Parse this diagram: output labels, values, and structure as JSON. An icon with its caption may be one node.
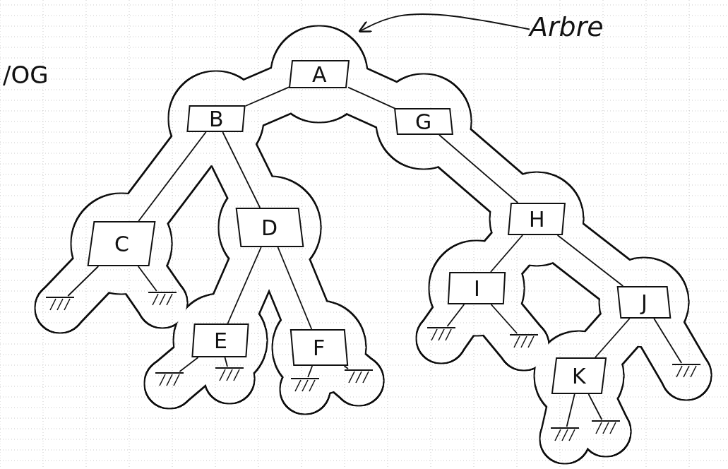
{
  "diagram": {
    "nodes": [
      {
        "text": [
          "A"
        ]
      },
      {
        "text": [
          "B"
        ]
      },
      {
        "text": [
          "G"
        ]
      },
      {
        "text": [
          "C"
        ]
      },
      {
        "text": [
          "D"
        ]
      },
      {
        "text": [
          "H"
        ]
      },
      {
        "text": [
          "E"
        ]
      },
      {
        "text": [
          "F"
        ]
      },
      {
        "text": [
          "I"
        ]
      },
      {
        "text": [
          "J"
        ]
      },
      {
        "text": [
          "K"
        ]
      },
      {
        "text": [],
        "shape": "ground"
      },
      {
        "text": [],
        "shape": "ground"
      },
      {
        "text": [],
        "shape": "ground"
      },
      {
        "text": [],
        "shape": "ground"
      },
      {
        "text": [],
        "shape": "ground"
      },
      {
        "text": [],
        "shape": "ground"
      },
      {
        "text": [],
        "shape": "ground"
      },
      {
        "text": [],
        "shape": "ground"
      },
      {
        "text": [],
        "shape": "ground"
      },
      {
        "text": [],
        "shape": "ground"
      },
      {
        "text": [],
        "shape": "ground"
      },
      {
        "text": [
          "Arbre"
        ]
      }
    ],
    "edges": [
      {
        "from": 0,
        "to": 1,
        "arrow": "none"
      },
      {
        "from": 0,
        "to": 2,
        "arrow": "none"
      },
      {
        "from": 1,
        "to": 3,
        "arrow": "none"
      },
      {
        "from": 1,
        "to": 4,
        "arrow": "none"
      },
      {
        "from": 4,
        "to": 6,
        "arrow": "none"
      },
      {
        "from": 4,
        "to": 7,
        "arrow": "none"
      },
      {
        "from": 2,
        "to": 5,
        "arrow": "none"
      },
      {
        "from": 5,
        "to": 8,
        "arrow": "none"
      },
      {
        "from": 5,
        "to": 9,
        "arrow": "none"
      },
      {
        "from": 9,
        "to": 10,
        "arrow": "none"
      },
      {
        "from": 3,
        "to": 11,
        "arrow": "none"
      },
      {
        "from": 3,
        "to": 12,
        "arrow": "none"
      },
      {
        "from": 6,
        "to": 13,
        "arrow": "none"
      },
      {
        "from": 6,
        "to": 14,
        "arrow": "none"
      },
      {
        "from": 7,
        "to": 15,
        "arrow": "none"
      },
      {
        "from": 7,
        "to": 16,
        "arrow": "none"
      },
      {
        "from": 8,
        "to": 17,
        "arrow": "none"
      },
      {
        "from": 8,
        "to": 18,
        "arrow": "none"
      },
      {
        "from": 9,
        "to": 19,
        "arrow": "none"
      },
      {
        "from": 10,
        "to": 20,
        "arrow": "none"
      },
      {
        "from": 10,
        "to": 21,
        "arrow": "none"
      },
      {
        "from": 22,
        "to": null,
        "arrow": "to"
      }
    ],
    "labels": [
      "/OG"
    ]
  }
}
